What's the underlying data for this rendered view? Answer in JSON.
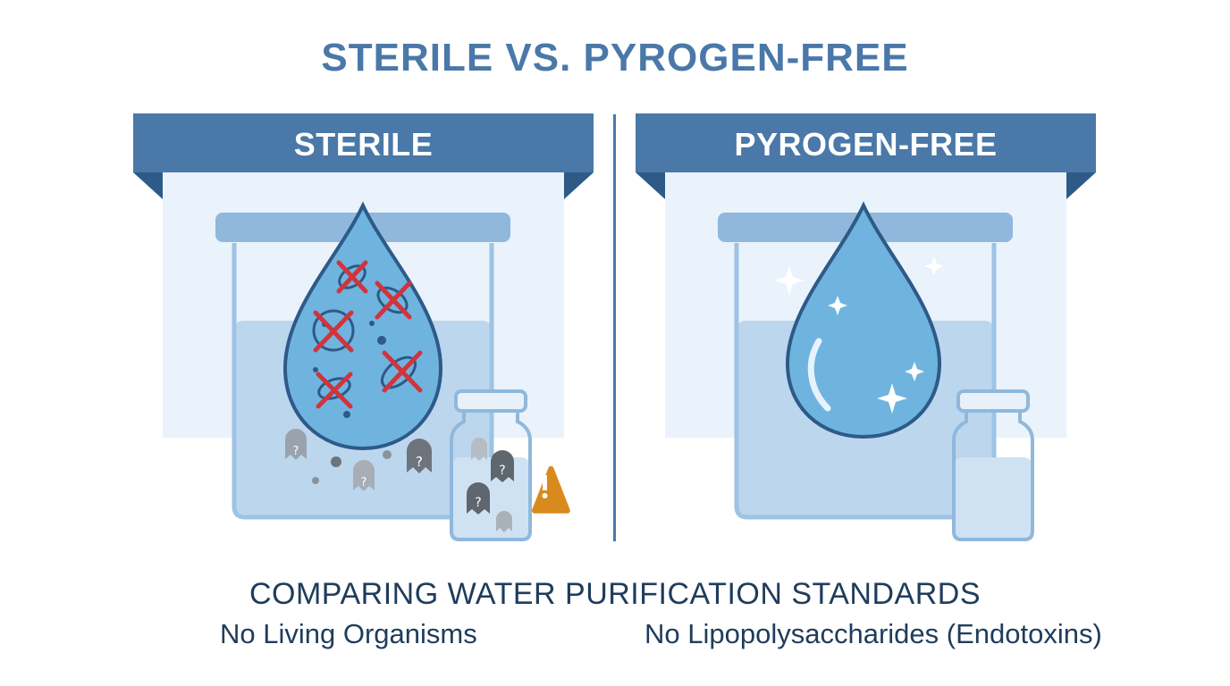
{
  "title": "STERILE VS. PYROGEN-FREE",
  "panels": {
    "sterile": {
      "label": "STERILE",
      "caption": "No Living Organisms",
      "icons": [
        "water-drop-icon",
        "crossed-out-bacteria-icon",
        "endotoxin-ghost-icon",
        "vial-icon",
        "warning-icon"
      ]
    },
    "pyrogen_free": {
      "label": "PYROGEN-FREE",
      "caption": "No Lipopolysaccharides (Endotoxins)",
      "icons": [
        "water-drop-icon",
        "sparkle-icon",
        "vial-icon"
      ]
    }
  },
  "subtitle": "COMPARING WATER PURIFICATION STANDARDS",
  "colors": {
    "title": "#4a78a8",
    "banner": "#4a78a8",
    "banner_dark": "#2e5a88",
    "drop": "#6fb4df",
    "drop_outline": "#2e5a88",
    "cross": "#d0343c",
    "warning": "#d98a1c",
    "text": "#1f3c5c"
  }
}
